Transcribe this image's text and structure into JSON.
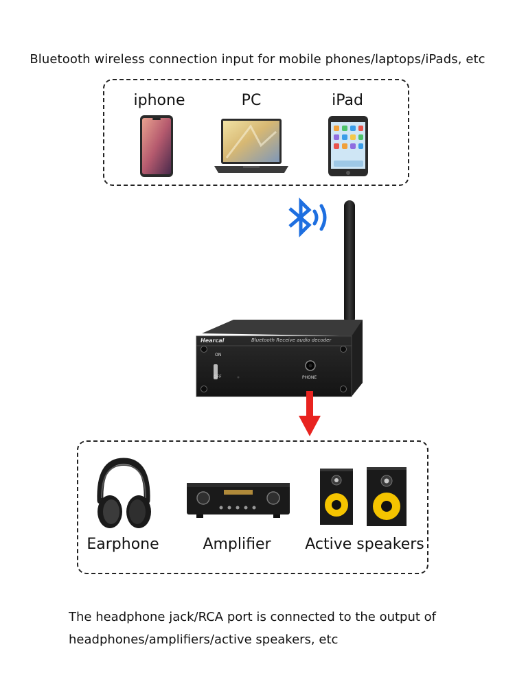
{
  "top_caption": "Bluetooth wireless connection input for mobile phones/laptops/iPads, etc",
  "sources": [
    {
      "label": "iphone",
      "icon": "smartphone-icon"
    },
    {
      "label": "PC",
      "icon": "laptop-icon"
    },
    {
      "label": "iPad",
      "icon": "tablet-icon"
    }
  ],
  "bluetooth_icon": "bluetooth-icon",
  "device": {
    "brand": "Hearcal",
    "model_text": "Bluetooth Receive audio decoder",
    "switch_on": "ON",
    "switch_off": "OFF",
    "jack_label": "PHONE"
  },
  "outputs": [
    {
      "label": "Earphone",
      "icon": "headphones-icon"
    },
    {
      "label": "Amplifier",
      "icon": "amplifier-icon"
    },
    {
      "label": "Active speakers",
      "icon": "speakers-icon"
    }
  ],
  "bottom_caption_line1": "The headphone jack/RCA port is connected to the output of",
  "bottom_caption_line2": "headphones/amplifiers/active speakers, etc",
  "colors": {
    "bluetooth": "#1e6fe0",
    "arrow": "#e8231f",
    "device": "#1a1a1a"
  }
}
